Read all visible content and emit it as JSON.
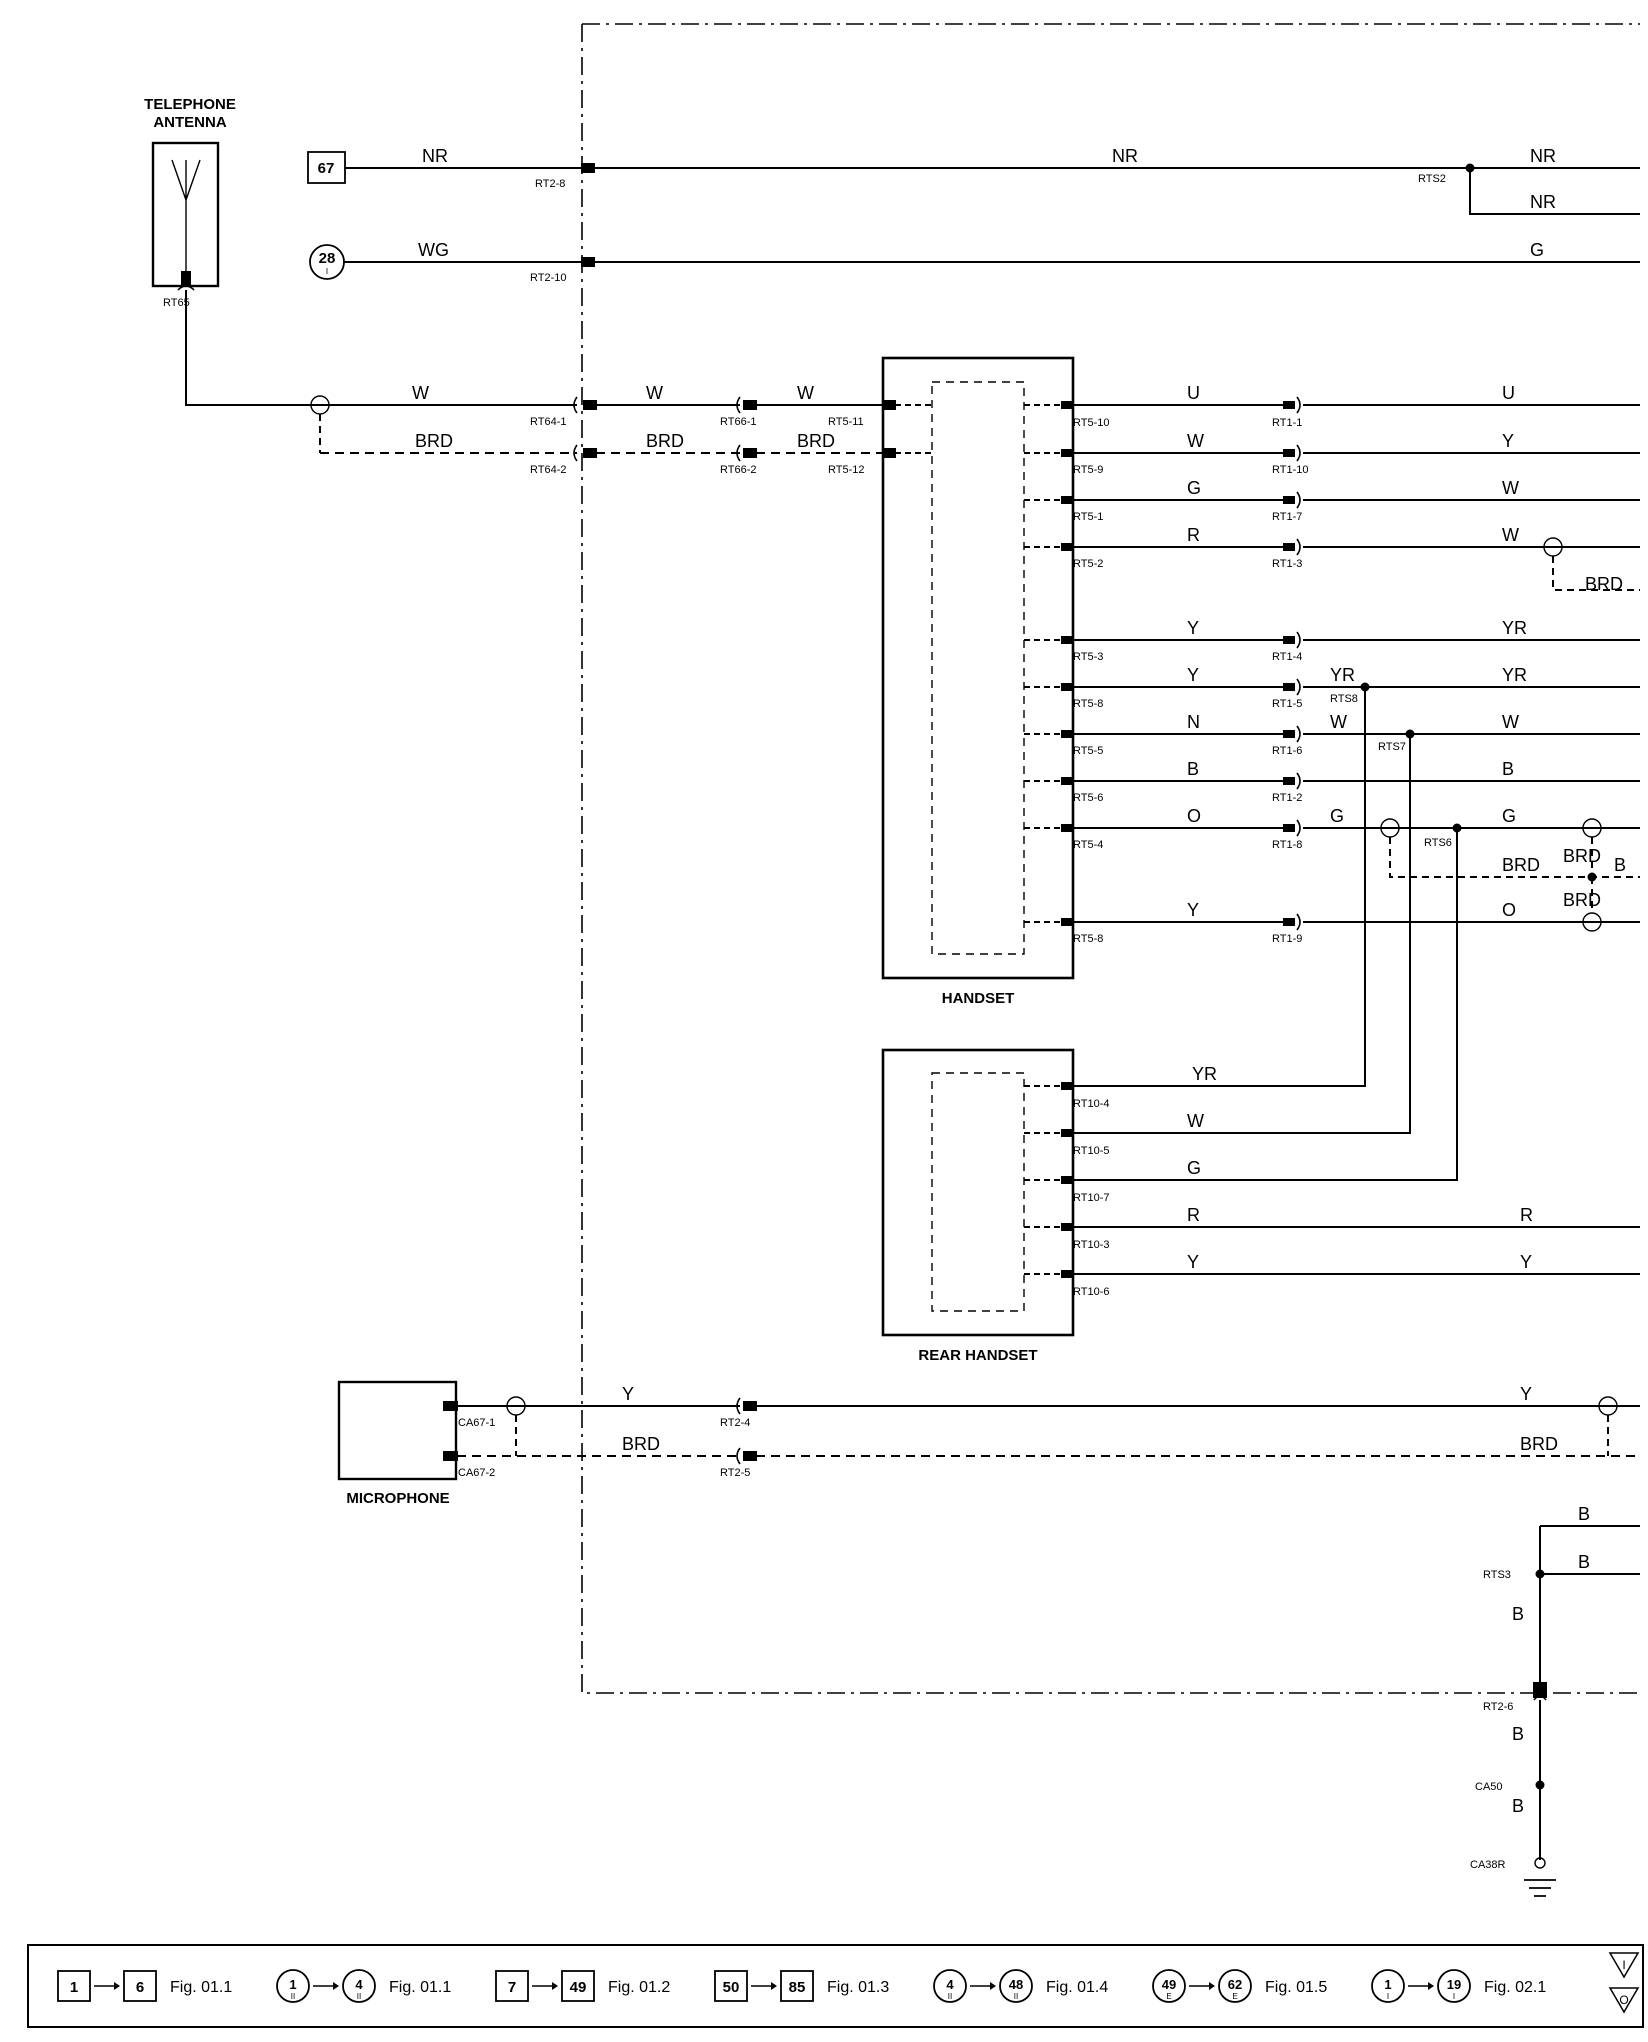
{
  "components": {
    "antenna": [
      "TELEPHONE",
      "ANTENNA"
    ],
    "handset": "HANDSET",
    "rear_handset": "REAR HANDSET",
    "microphone": "MICROPHONE"
  },
  "refs": {
    "box_67": "67",
    "circle_28": "28",
    "circle_28_sub": "I"
  },
  "wire_labels": {
    "nr1": "NR",
    "nr2": "NR",
    "nr3": "NR",
    "nr4": "NR",
    "wg": "WG",
    "g_top": "G",
    "w1": "W",
    "w2": "W",
    "w3": "W",
    "brd1": "BRD",
    "brd2": "BRD",
    "brd3": "BRD",
    "h1a": "U",
    "h1b": "U",
    "h2a": "W",
    "h2b": "Y",
    "h3a": "G",
    "h3b": "W",
    "h4a": "R",
    "h4b": "W",
    "h4brd": "BRD",
    "h5a": "Y",
    "h5b": "YR",
    "h6a": "Y",
    "h6m": "YR",
    "h6b": "YR",
    "h7a": "N",
    "h7m": "W",
    "h7b": "W",
    "h8a": "B",
    "h8b": "B",
    "h9a": "O",
    "h9m": "G",
    "h9b": "G",
    "brd_a": "BRD",
    "brd_b": "BRD",
    "brd_c": "BRD",
    "b_small": "B",
    "h10a": "Y",
    "h10b": "O",
    "r1": "YR",
    "r2": "W",
    "r3": "G",
    "r4a": "R",
    "r4b": "R",
    "r5a": "Y",
    "r5b": "Y",
    "m1a": "Y",
    "m1b": "Y",
    "m2a": "BRD",
    "m2b": "BRD",
    "g1": "B",
    "g2": "B",
    "g3": "B",
    "g4": "B",
    "g5": "B"
  },
  "connector_labels": {
    "rt65": "RT65",
    "rt2_8": "RT2-8",
    "rt2_10": "RT2-10",
    "rts2": "RTS2",
    "rt64_1": "RT64-1",
    "rt64_2": "RT64-2",
    "rt66_1": "RT66-1",
    "rt66_2": "RT66-2",
    "rt5_11": "RT5-11",
    "rt5_12": "RT5-12",
    "rt5_10": "RT5-10",
    "rt5_9": "RT5-9",
    "rt5_1": "RT5-1",
    "rt5_2": "RT5-2",
    "rt5_3": "RT5-3",
    "rt5_8a": "RT5-8",
    "rt5_5": "RT5-5",
    "rt5_6": "RT5-6",
    "rt5_4": "RT5-4",
    "rt5_8b": "RT5-8",
    "rt1_1": "RT1-1",
    "rt1_10": "RT1-10",
    "rt1_7": "RT1-7",
    "rt1_3": "RT1-3",
    "rt1_4": "RT1-4",
    "rt1_5": "RT1-5",
    "rt1_6": "RT1-6",
    "rt1_2": "RT1-2",
    "rt1_8": "RT1-8",
    "rt1_9": "RT1-9",
    "rts8": "RTS8",
    "rts7": "RTS7",
    "rts6": "RTS6",
    "rt10_4": "RT10-4",
    "rt10_5": "RT10-5",
    "rt10_7": "RT10-7",
    "rt10_3": "RT10-3",
    "rt10_6": "RT10-6",
    "ca67_1": "CA67-1",
    "ca67_2": "CA67-2",
    "rt2_4": "RT2-4",
    "rt2_5": "RT2-5",
    "rts3": "RTS3",
    "rt2_6": "RT2-6",
    "ca50": "CA50",
    "ca38r": "CA38R"
  },
  "legend": [
    {
      "from": "1",
      "from_sub": "",
      "to": "6",
      "to_sub": "",
      "shape": "box",
      "fig": "Fig. 01.1"
    },
    {
      "from": "1",
      "from_sub": "II",
      "to": "4",
      "to_sub": "II",
      "shape": "circle",
      "fig": "Fig. 01.1"
    },
    {
      "from": "7",
      "from_sub": "",
      "to": "49",
      "to_sub": "",
      "shape": "box",
      "fig": "Fig. 01.2"
    },
    {
      "from": "50",
      "from_sub": "",
      "to": "85",
      "to_sub": "",
      "shape": "box",
      "fig": "Fig. 01.3"
    },
    {
      "from": "4",
      "from_sub": "II",
      "to": "48",
      "to_sub": "II",
      "shape": "circle",
      "fig": "Fig. 01.4"
    },
    {
      "from": "49",
      "from_sub": "E",
      "to": "62",
      "to_sub": "E",
      "shape": "circle",
      "fig": "Fig. 01.5"
    },
    {
      "from": "1",
      "from_sub": "I",
      "to": "19",
      "to_sub": "I",
      "shape": "circle",
      "fig": "Fig. 02.1"
    }
  ],
  "legend_symbols": [
    "I",
    "O"
  ]
}
